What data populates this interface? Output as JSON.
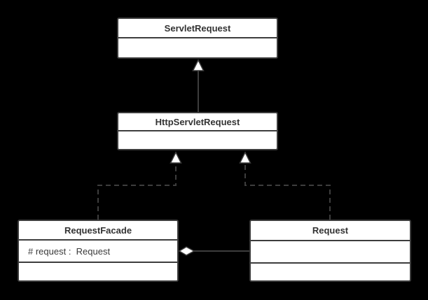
{
  "diagram": {
    "kind": "uml-class-diagram",
    "background_color": "#000000",
    "node_fill_color": "#ffffff",
    "stroke_color": "#3d3d3d",
    "text_color": "#333333"
  },
  "classes": {
    "servlet_request": {
      "name": "ServletRequest",
      "attributes": []
    },
    "http_servlet_request": {
      "name": "HttpServletRequest",
      "attributes": []
    },
    "request_facade": {
      "name": "RequestFacade",
      "attributes": [
        "# request :  Request"
      ]
    },
    "request": {
      "name": "Request",
      "attributes": []
    }
  },
  "relationships": [
    {
      "from": "HttpServletRequest",
      "to": "ServletRequest",
      "type": "generalization",
      "line": "solid",
      "arrowhead": "hollow-triangle"
    },
    {
      "from": "RequestFacade",
      "to": "HttpServletRequest",
      "type": "realization",
      "line": "dashed",
      "arrowhead": "hollow-triangle"
    },
    {
      "from": "Request",
      "to": "HttpServletRequest",
      "type": "realization",
      "line": "dashed",
      "arrowhead": "hollow-triangle"
    },
    {
      "from": "RequestFacade",
      "to": "Request",
      "type": "aggregation",
      "line": "solid",
      "arrowhead": "hollow-diamond-at-aggregate"
    }
  ]
}
